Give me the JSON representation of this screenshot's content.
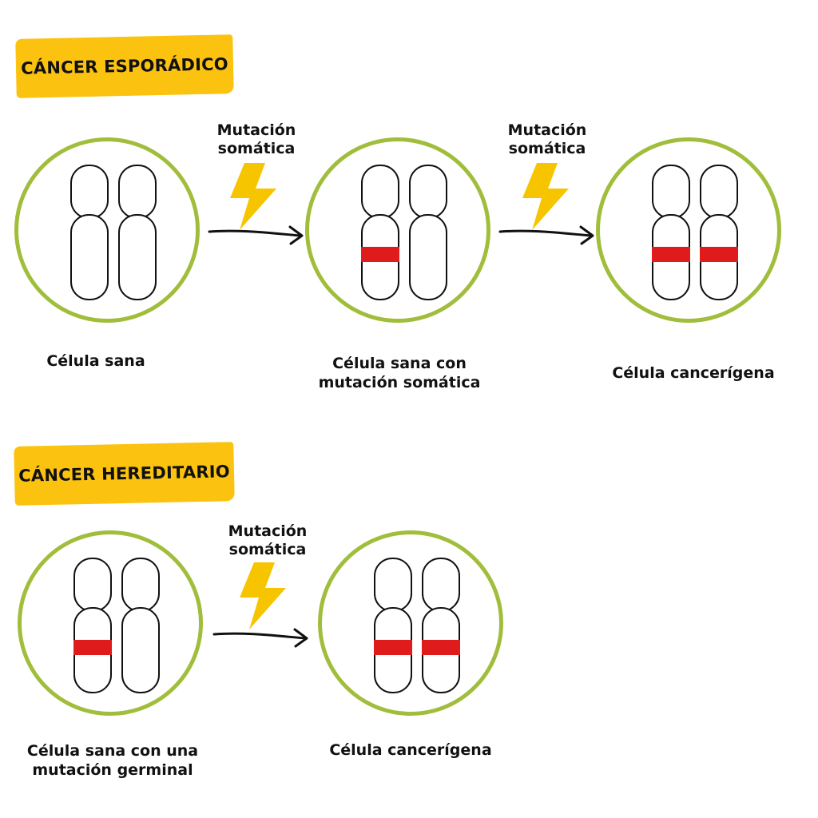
{
  "sections": [
    {
      "title": "CÁNCER ESPORÁDICO",
      "steps": [
        {
          "label_lines": [
            "Célula sana"
          ],
          "marked": [
            false,
            false
          ]
        },
        {
          "label_lines": [
            "Célula sana con",
            "mutación  somática"
          ],
          "marked": [
            true,
            false
          ]
        },
        {
          "label_lines": [
            "Célula cancerígena"
          ],
          "marked": [
            true,
            true
          ]
        }
      ],
      "transitions": [
        {
          "lines": [
            "Mutación",
            "somática"
          ],
          "icon": "lightning-bolt-icon"
        },
        {
          "lines": [
            "Mutación",
            "somática"
          ],
          "icon": "lightning-bolt-icon"
        }
      ]
    },
    {
      "title": "CÁNCER HEREDITARIO",
      "steps": [
        {
          "label_lines": [
            "Célula sana con una",
            "mutación germinal"
          ],
          "marked": [
            true,
            false
          ]
        },
        {
          "label_lines": [
            "Célula cancerígena"
          ],
          "marked": [
            true,
            true
          ]
        }
      ],
      "transitions": [
        {
          "lines": [
            "Mutación",
            "somática"
          ],
          "icon": "lightning-bolt-icon"
        }
      ]
    }
  ],
  "colors": {
    "banner": "#fbc20f",
    "cell_border": "#a0be3b",
    "mutation_band": "#e01b1b",
    "bolt": "#f7c400",
    "outline": "#111111"
  }
}
